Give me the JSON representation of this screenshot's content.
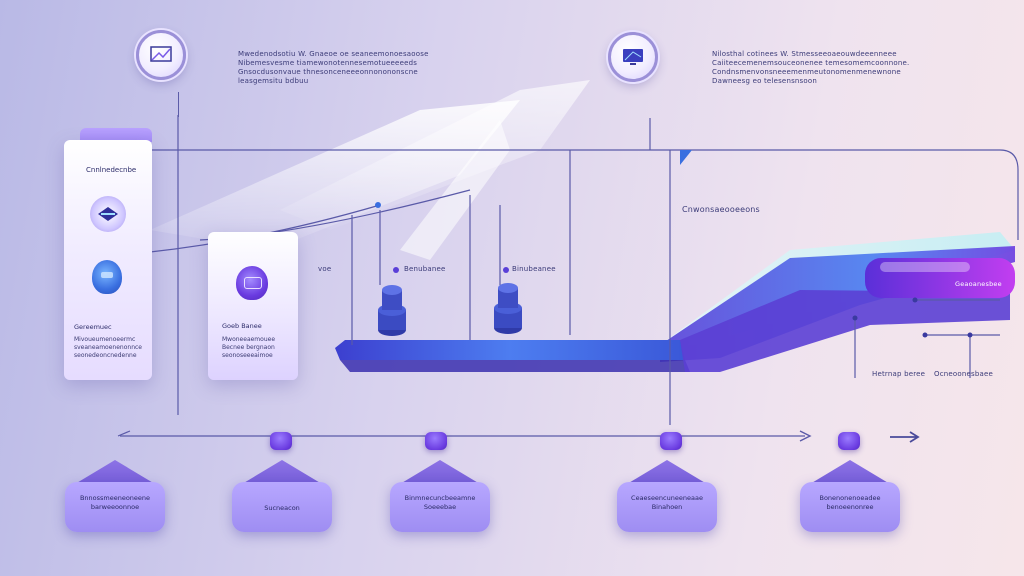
{
  "top_annotations": [
    {
      "text": "Mwedenodsotiu W. Gnaeoe oe seaneemonoesaoose\nNibemesvesme tiamewonotennesemotueeeeeds\nGnsocdusonvaue thnesonceneeeonnonononscne\nleasgemsitu bdbuu"
    },
    {
      "text": "Nilosthal cotinees W. Stmesseeoaeouwdeeenneee\nCaiiteecemenemsouceonenee temesomemcoonnone.\nCondnsmenvonsneeemenmeutonomenmenewnone\nDawneesg eo telesensnsoon"
    }
  ],
  "cards": [
    {
      "title": "Cnnlnedecnbe",
      "sub": "Gereemuec",
      "body": "Mivoueumenoeermc\nsveaneamoenenonnce\nseonedeoncnedenne"
    },
    {
      "title": "",
      "sub": "Goeb Banee",
      "body": "Mwoneeaemouee\nBecnee bergnaon\nseonoseeeaimoe"
    }
  ],
  "mid_labels": {
    "short": "voe",
    "node_a": "Benubanee",
    "node_b": "Binubeanee",
    "right_heading": "Cnwonsaeooeeons"
  },
  "right_labels": {
    "left": "Hetrnap beree",
    "right": "Ocneoonesbaee",
    "tag": "Geaoanesbee"
  },
  "timeline": {
    "arrow_label": "",
    "steps": [
      {
        "text": "Bnnossmeeneoneene\nbarweeoonnoe"
      },
      {
        "text": "Sucneacon"
      },
      {
        "text": "Binmnecuncbeeamne\nSoeeebae"
      },
      {
        "text": "Ceaeseencuneeneaae\nBinahoen"
      },
      {
        "text": "Bonenonenoeadee\nbenoeenonree"
      }
    ]
  },
  "colors": {
    "line": "#5a5aa8",
    "accent_purple": "#7a3cf0",
    "accent_blue": "#3a6fe0",
    "platform_cyan": "#bfe9f2"
  }
}
